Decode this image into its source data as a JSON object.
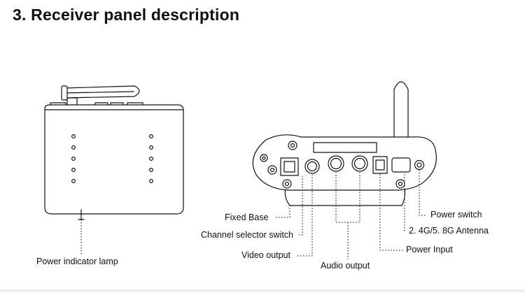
{
  "title": "3. Receiver panel description",
  "labels": {
    "power_indicator": "Power indicator lamp",
    "fixed_base": "Fixed Base",
    "channel_selector": "Channel selector switch",
    "video_output": "Video output",
    "audio_output": "Audio output",
    "power_input": "Power Input",
    "antenna": "2. 4G/5. 8G Antenna",
    "power_switch": "Power switch"
  },
  "colors": {
    "stroke": "#111111",
    "text": "#111111",
    "background": "#ffffff"
  }
}
